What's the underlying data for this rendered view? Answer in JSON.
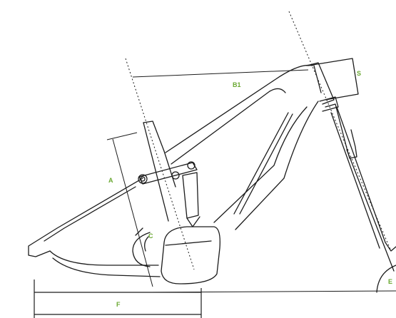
{
  "colors": {
    "label": "#6aa832",
    "line": "#1c1c1c",
    "background": "#ffffff"
  },
  "labels": {
    "a": "A",
    "b1": "B1",
    "c": "C",
    "e": "E",
    "f": "F",
    "s": "S"
  }
}
